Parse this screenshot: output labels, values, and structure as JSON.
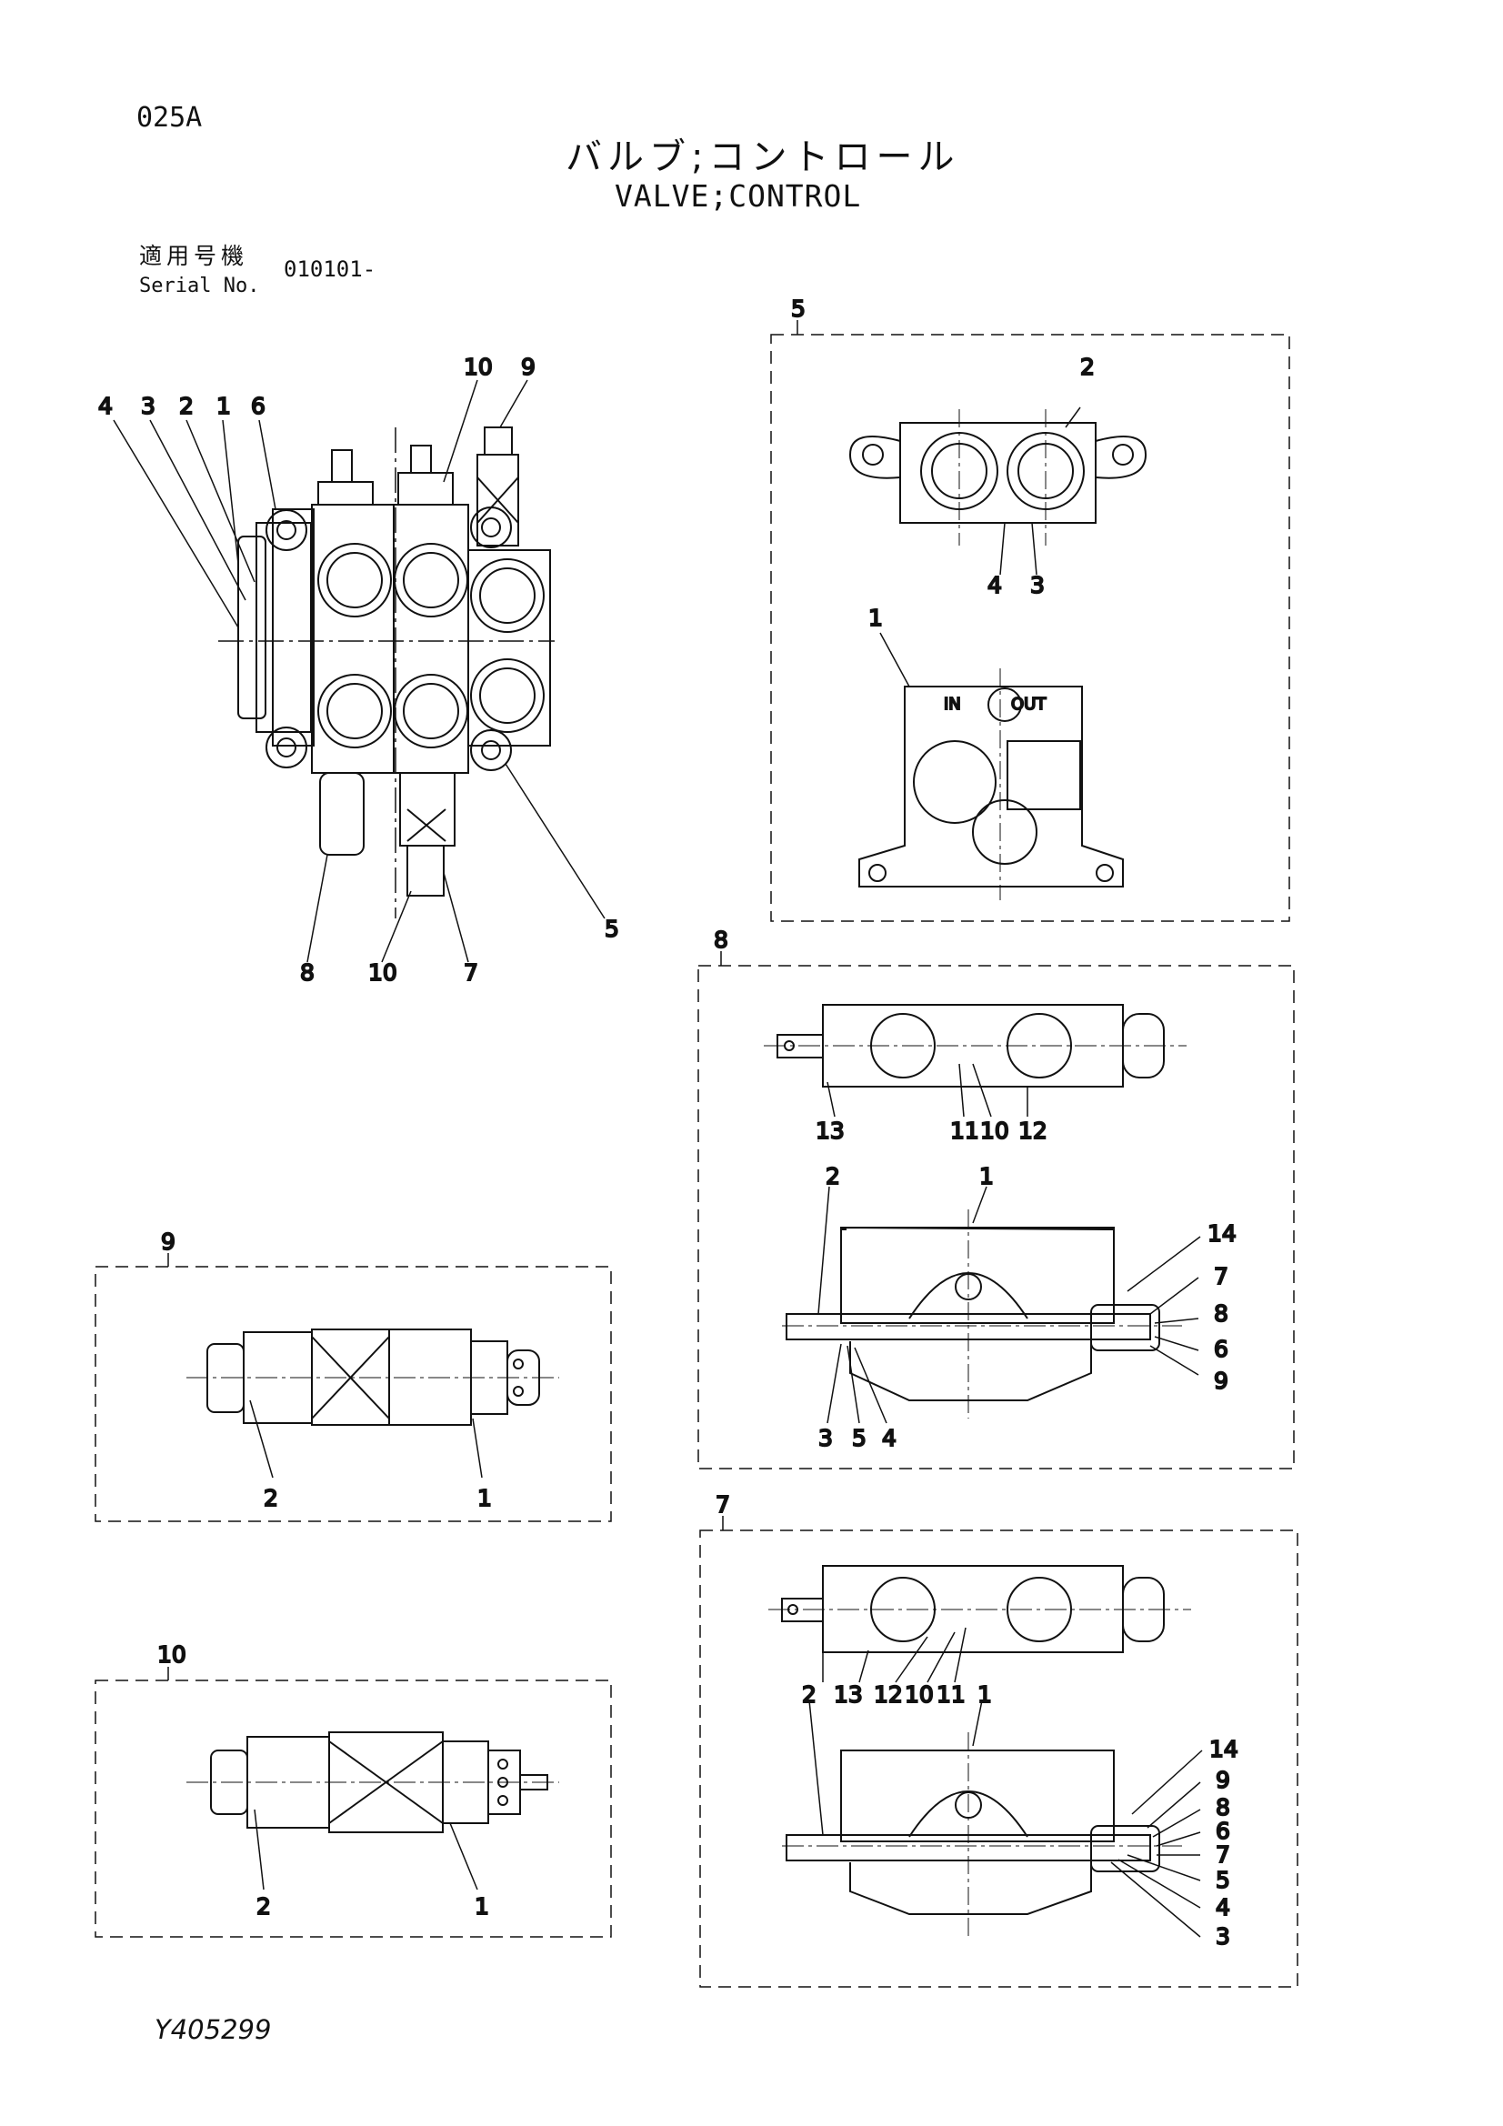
{
  "header": {
    "page_code": "025A",
    "title_jp": "バルブ;コントロール",
    "title_en": "VALVE;CONTROL"
  },
  "serial": {
    "label_jp": "適用号機",
    "label_en": "Serial No.",
    "value": "010101-"
  },
  "main_assembly": {
    "callouts": [
      "4",
      "3",
      "2",
      "1",
      "6",
      "10",
      "9",
      "5",
      "8",
      "10",
      "7"
    ]
  },
  "detail_5": {
    "label": "5",
    "callouts": [
      "2",
      "4",
      "3",
      "1"
    ],
    "port_labels": [
      "IN",
      "OUT"
    ]
  },
  "detail_8": {
    "label": "8",
    "callouts": [
      "13",
      "11",
      "10",
      "12",
      "2",
      "1",
      "14",
      "7",
      "8",
      "6",
      "9",
      "3",
      "5",
      "4"
    ]
  },
  "detail_9": {
    "label": "9",
    "callouts": [
      "2",
      "1"
    ]
  },
  "detail_10": {
    "label": "10",
    "callouts": [
      "2",
      "1"
    ]
  },
  "detail_7": {
    "label": "7",
    "callouts": [
      "2",
      "13",
      "12",
      "10",
      "11",
      "1",
      "14",
      "9",
      "8",
      "6",
      "7",
      "5",
      "4",
      "3"
    ]
  },
  "footer": {
    "drawing_number": "Y405299"
  }
}
